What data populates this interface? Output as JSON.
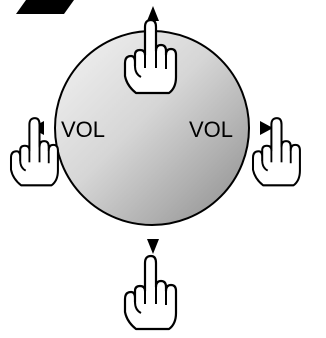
{
  "dial": {
    "left_label": "VOL",
    "right_label": "VOL",
    "gradient_light": "#f2f2f2",
    "gradient_dark": "#8a8a8a",
    "outline_color": "#000000"
  },
  "pointers": {
    "up": {
      "icon": "hand-pointer-icon",
      "direction": "up"
    },
    "down": {
      "icon": "hand-pointer-icon",
      "direction": "down"
    },
    "left": {
      "icon": "hand-pointer-icon",
      "direction": "left"
    },
    "right": {
      "icon": "hand-pointer-icon",
      "direction": "right"
    }
  }
}
